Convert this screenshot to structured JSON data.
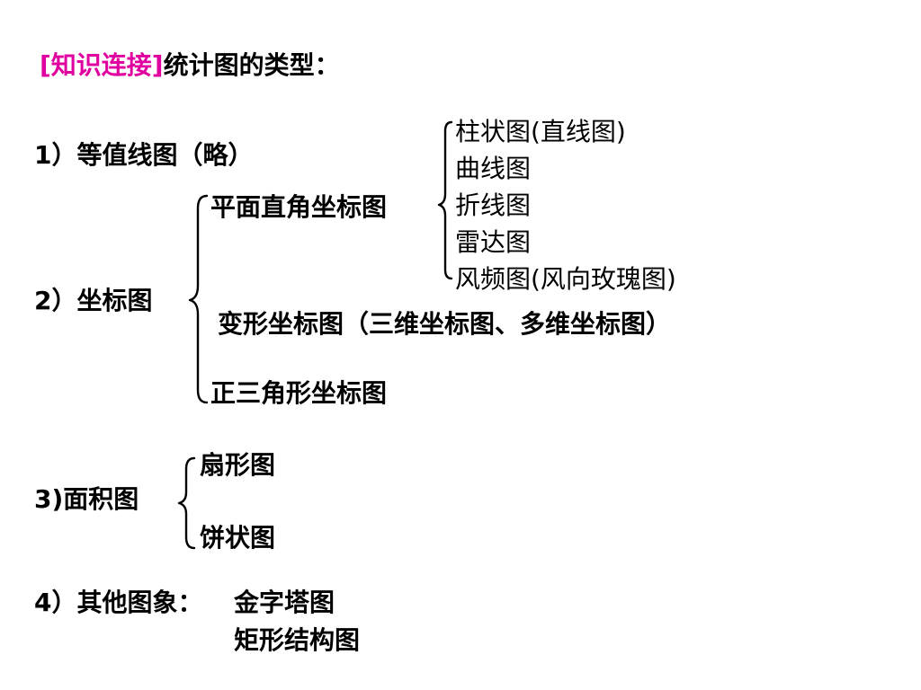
{
  "heading": {
    "tag": "[知识连接]",
    "title": "统计图的类型："
  },
  "colors": {
    "tag": "#e000a0",
    "text": "#000000",
    "background": "#ffffff"
  },
  "item1": {
    "label": "1）等值线图（略）"
  },
  "item2": {
    "label": "2）坐标图",
    "branches": {
      "rect": {
        "label": "平面直角坐标图",
        "children": [
          "柱状图(直线图)",
          "曲线图",
          "折线图",
          "雷达图",
          "风频图(风向玫瑰图)"
        ]
      },
      "deformed": "变形坐标图（三维坐标图、多维坐标图）",
      "triangle": "正三角形坐标图"
    }
  },
  "item3": {
    "label": "3)面积图",
    "children": [
      "扇形图",
      "饼状图"
    ]
  },
  "item4": {
    "label": "4）其他图象：",
    "children": [
      "金字塔图",
      "矩形结构图"
    ]
  }
}
